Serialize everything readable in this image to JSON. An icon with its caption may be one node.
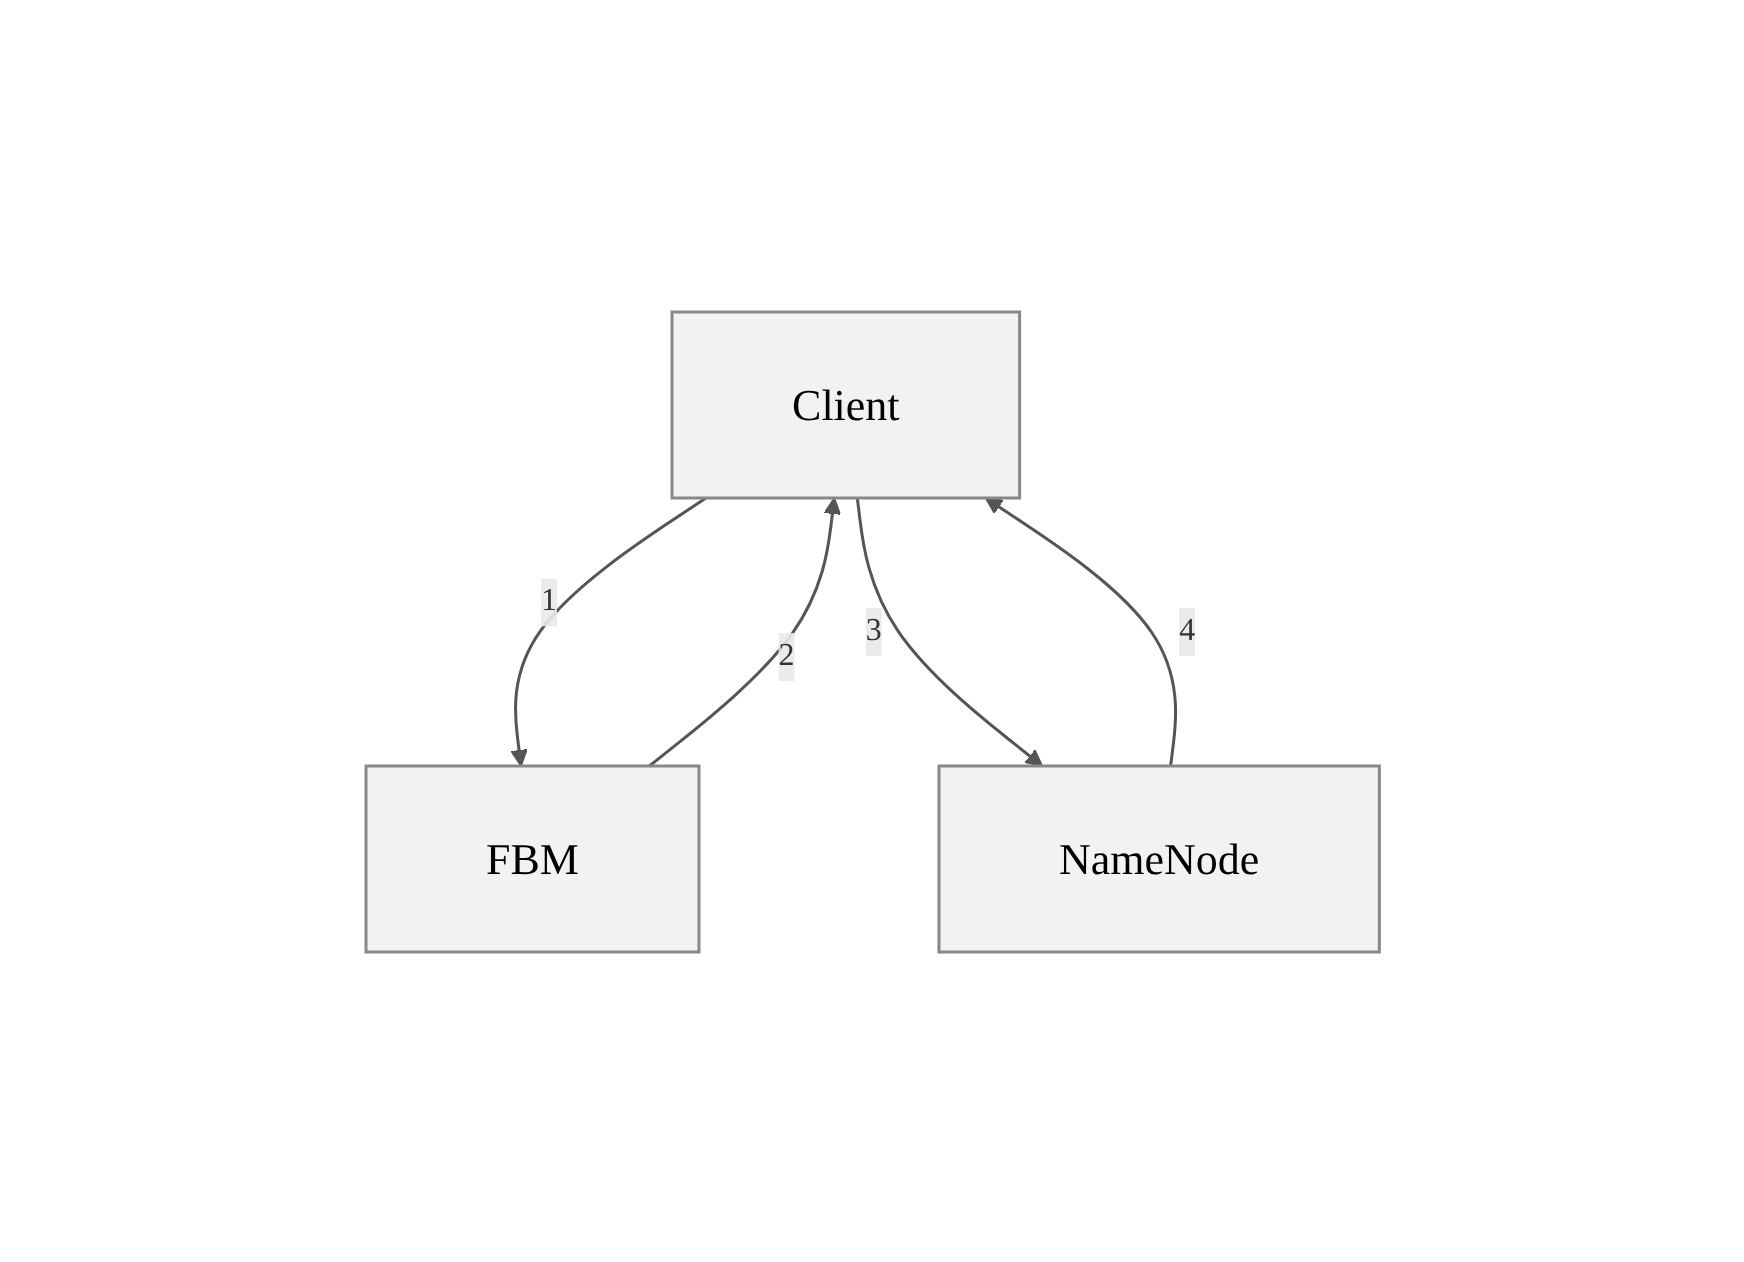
{
  "diagram": {
    "nodes": [
      {
        "text": [
          "Client"
        ]
      },
      {
        "text": [
          "FBM"
        ]
      },
      {
        "text": [
          "NameNode"
        ]
      }
    ],
    "edges": [
      {
        "from": 0,
        "to": 1,
        "arrow": "to",
        "label": "1"
      },
      {
        "from": 1,
        "to": 0,
        "arrow": "to",
        "label": "2"
      },
      {
        "from": 0,
        "to": 2,
        "arrow": "to",
        "label": "3"
      },
      {
        "from": 2,
        "to": 0,
        "arrow": "to",
        "label": "4"
      }
    ]
  }
}
